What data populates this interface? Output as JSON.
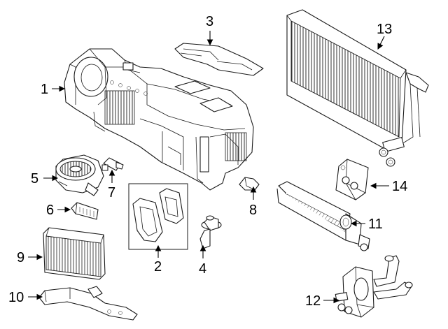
{
  "diagram": {
    "callouts": {
      "c1": "1",
      "c2": "2",
      "c3": "3",
      "c4": "4",
      "c5": "5",
      "c6": "6",
      "c7": "7",
      "c8": "8",
      "c9": "9",
      "c10": "10",
      "c11": "11",
      "c12": "12",
      "c13": "13",
      "c14": "14"
    },
    "colors": {
      "line": "#1a1a1a",
      "background": "#ffffff"
    }
  }
}
